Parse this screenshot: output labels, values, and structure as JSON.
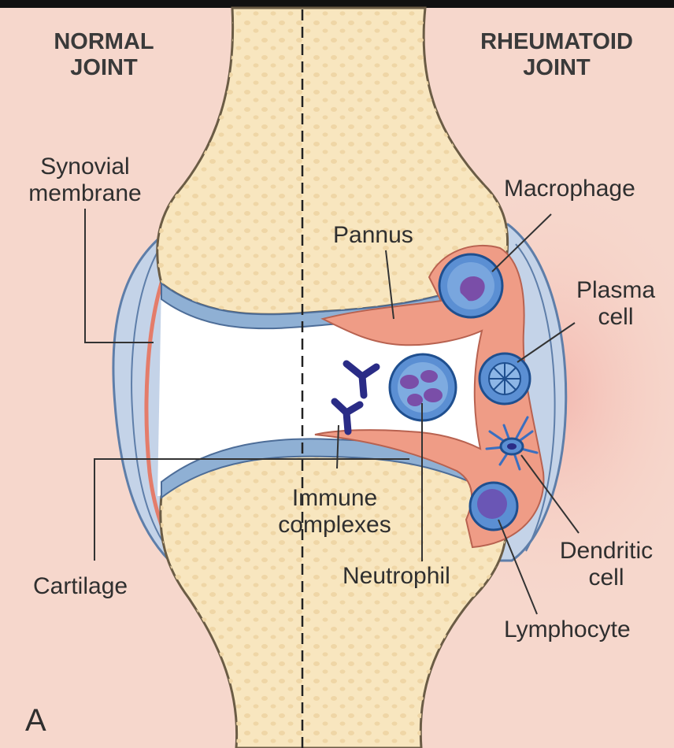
{
  "headings": {
    "left_line1": "NORMAL",
    "left_line2": "JOINT",
    "right_line1": "RHEUMATOID",
    "right_line2": "JOINT"
  },
  "labels": {
    "synovial_membrane_line1": "Synovial",
    "synovial_membrane_line2": "membrane",
    "cartilage": "Cartilage",
    "pannus": "Pannus",
    "immune_complexes_line1": "Immune",
    "immune_complexes_line2": "complexes",
    "neutrophil": "Neutrophil",
    "macrophage": "Macrophage",
    "plasma_cell_line1": "Plasma",
    "plasma_cell_line2": "cell",
    "dendritic_cell_line1": "Dendritic",
    "dendritic_cell_line2": "cell",
    "lymphocyte": "Lymphocyte"
  },
  "panel_letter": "A",
  "colors": {
    "background": "#f6d7cc",
    "bone": "#f8e6bf",
    "bone_dots": "#efd6a6",
    "capsule": "#c4d3e8",
    "cartilage": "#8fb0d4",
    "pannus": "#ef9c86",
    "cell_fill": "#5b8fd3",
    "nucleus": "#7a4ea8",
    "antibody": "#2a2c86",
    "leader_line": "#333333"
  }
}
